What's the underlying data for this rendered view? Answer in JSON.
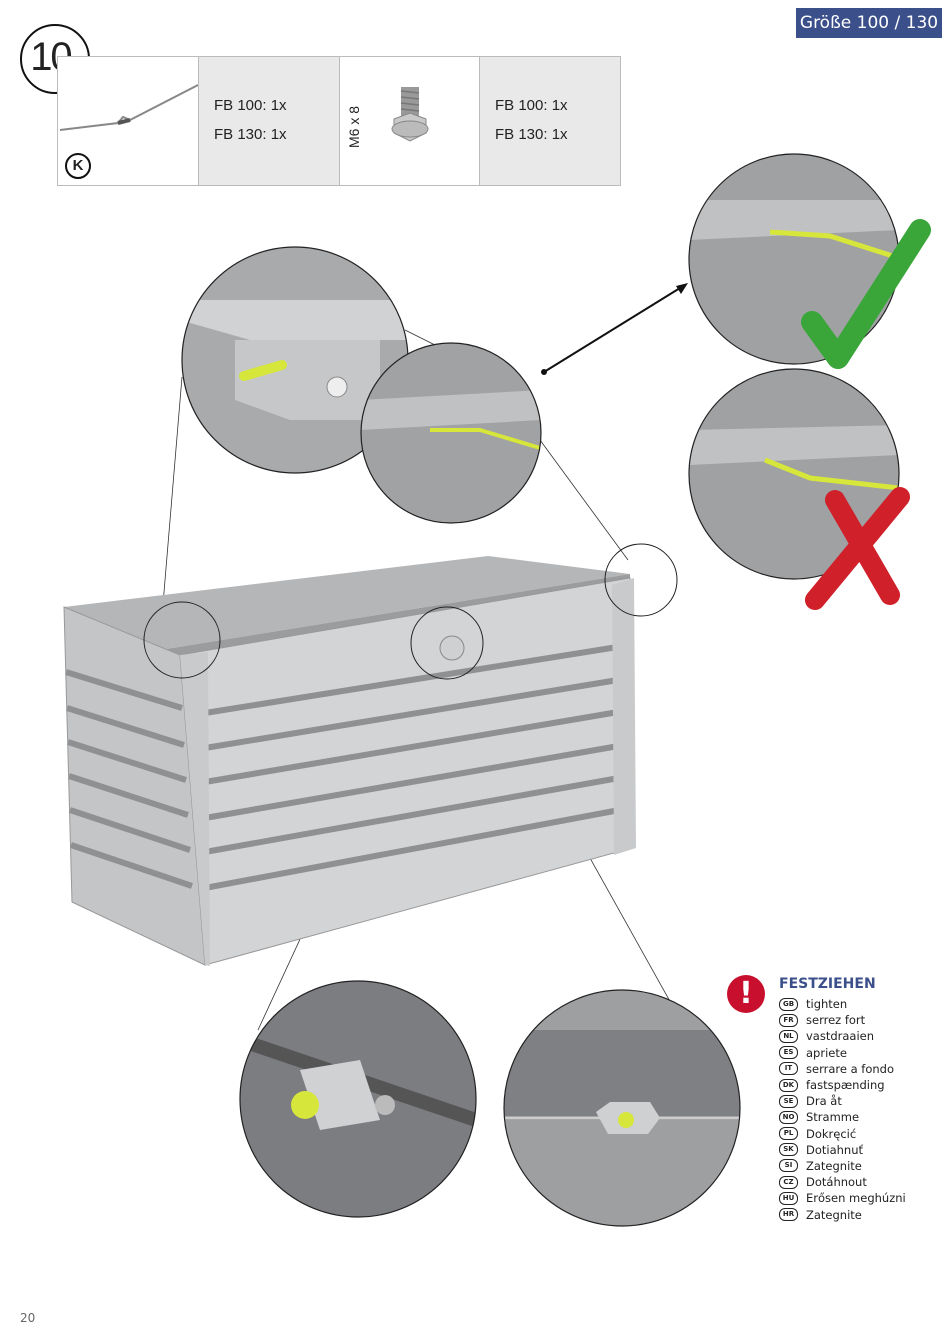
{
  "header": {
    "size_label": "Größe 100 / 130"
  },
  "step": {
    "number": "10."
  },
  "parts": {
    "part_k": {
      "label": "K",
      "qty": [
        "FB 100: 1x",
        "FB 130: 1x"
      ]
    },
    "screw": {
      "label": "M6 x 8",
      "qty": [
        "FB 100: 1x",
        "FB 130: 1x"
      ]
    }
  },
  "warning": {
    "icon": "exclamation-icon",
    "symbol": "!",
    "title": "FESTZIEHEN",
    "translations": [
      {
        "code": "GB",
        "text": "tighten"
      },
      {
        "code": "FR",
        "text": "serrez fort"
      },
      {
        "code": "NL",
        "text": "vastdraaien"
      },
      {
        "code": "ES",
        "text": "apriete"
      },
      {
        "code": "IT",
        "text": "serrare a fondo"
      },
      {
        "code": "DK",
        "text": "fastspænding"
      },
      {
        "code": "SE",
        "text": "Dra åt"
      },
      {
        "code": "NO",
        "text": "Stramme"
      },
      {
        "code": "PL",
        "text": "Dokręcić"
      },
      {
        "code": "SK",
        "text": "Dotiahnuť"
      },
      {
        "code": "SI",
        "text": "Zategnite"
      },
      {
        "code": "CZ",
        "text": "Dotáhnout"
      },
      {
        "code": "HU",
        "text": "Erősen meghúzni"
      },
      {
        "code": "HR",
        "text": "Zategnite"
      }
    ]
  },
  "colors": {
    "brand": "#3b4f8a",
    "highlight": "#d6e63a",
    "check": "#3aa63a",
    "cross": "#d0202a",
    "warning": "#c8102e"
  },
  "footer": {
    "page_number": "20"
  }
}
